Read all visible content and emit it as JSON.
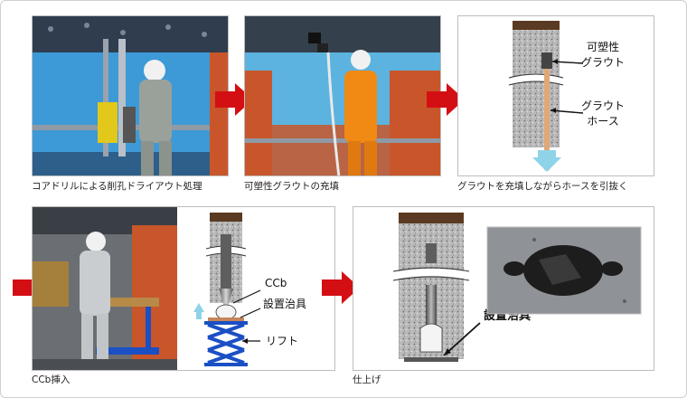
{
  "steps": [
    {
      "caption": "コアドリルによる削孔ドライアウト処理"
    },
    {
      "caption": "可塑性グラウトの充填"
    },
    {
      "caption": "グラウトを充填しながらホースを引抜く"
    },
    {
      "caption": "CCb挿入"
    },
    {
      "caption": "仕上げ"
    }
  ],
  "diagram3": {
    "label_grout_line1": "可塑性",
    "label_grout_line2": "グラウト",
    "label_hose_line1": "グラウト",
    "label_hose_line2": "ホース"
  },
  "diagram4": {
    "label_ccb": "CCb",
    "label_jig": "設置治具",
    "label_lift": "リフト"
  },
  "diagram5": {
    "label_jig": "設置治具"
  },
  "colors": {
    "arrow": "#d40f14",
    "lift": "#1b4fc4",
    "cyan_arrow": "#8fd3e8",
    "top_soil": "#5a3a22",
    "wall_blue": "#4aa3d8",
    "steel_orange": "#c8562a"
  }
}
